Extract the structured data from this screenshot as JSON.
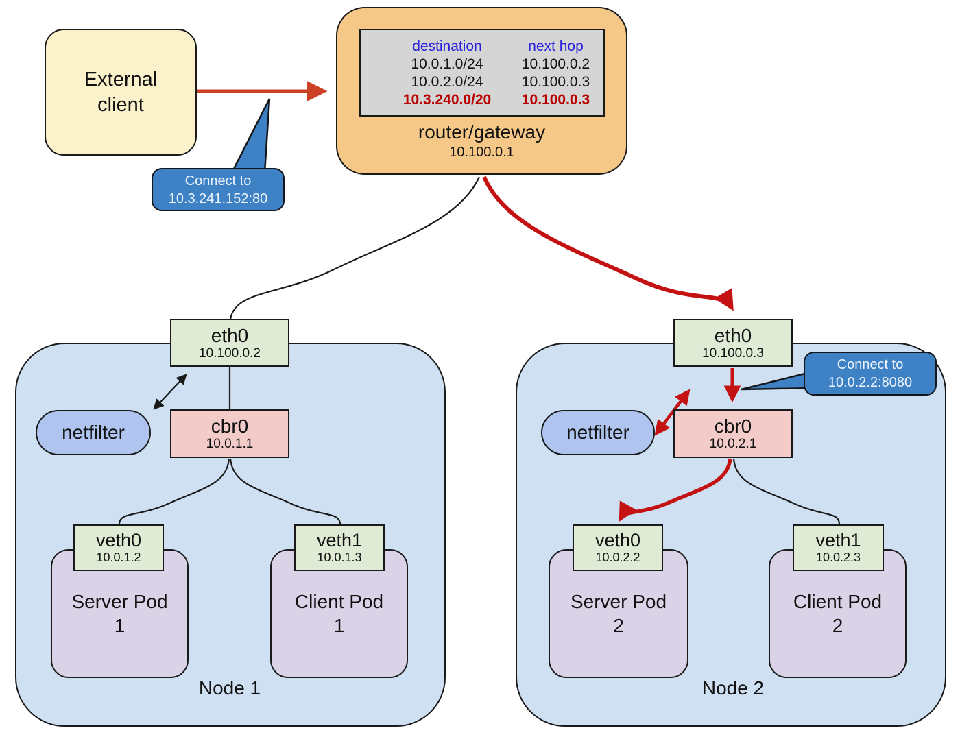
{
  "colors": {
    "canvas_bg": "#ffffff",
    "external_client_fill": "#fbf1cb",
    "router_fill": "#f5c888",
    "table_fill": "#d5d5d5",
    "table_header_text": "#2a22dd",
    "table_highlight_text": "#b80000",
    "node_fill": "#cfe0f2",
    "iface_green_fill": "#dfebd5",
    "bridge_pink_fill": "#f3ccca",
    "netfilter_fill": "#afc5f0",
    "pod_fill": "#dad3e8",
    "bubble_fill": "#3e82c5",
    "bubble_text": "#eef5fb",
    "arrow_vermillion": "#cc4125",
    "arrow_red": "#c41111",
    "line_black": "#1a1a1a"
  },
  "external_client": {
    "label": "External\nclient"
  },
  "router": {
    "label": "router/gateway",
    "ip": "10.100.0.1",
    "table": {
      "headers": [
        "destination",
        "next hop"
      ],
      "rows": [
        {
          "destination": "10.0.1.0/24",
          "next_hop": "10.100.0.2"
        },
        {
          "destination": "10.0.2.0/24",
          "next_hop": "10.100.0.3"
        },
        {
          "destination": "10.3.240.0/20",
          "next_hop": "10.100.0.3"
        }
      ]
    }
  },
  "callouts": {
    "external_connect": "Connect to\n10.3.241.152:80",
    "node2_connect": "Connect to\n10.0.2.2:8080"
  },
  "node1": {
    "label": "Node 1",
    "netfilter_label": "netfilter",
    "eth0": {
      "name": "eth0",
      "ip": "10.100.0.2"
    },
    "cbr0": {
      "name": "cbr0",
      "ip": "10.0.1.1"
    },
    "veth0": {
      "name": "veth0",
      "ip": "10.0.1.2"
    },
    "veth1": {
      "name": "veth1",
      "ip": "10.0.1.3"
    },
    "server_pod": "Server Pod\n1",
    "client_pod": "Client Pod\n1"
  },
  "node2": {
    "label": "Node 2",
    "netfilter_label": "netfilter",
    "eth0": {
      "name": "eth0",
      "ip": "10.100.0.3"
    },
    "cbr0": {
      "name": "cbr0",
      "ip": "10.0.2.1"
    },
    "veth0": {
      "name": "veth0",
      "ip": "10.0.2.2"
    },
    "veth1": {
      "name": "veth1",
      "ip": "10.0.2.3"
    },
    "server_pod": "Server Pod\n2",
    "client_pod": "Client Pod\n2"
  }
}
